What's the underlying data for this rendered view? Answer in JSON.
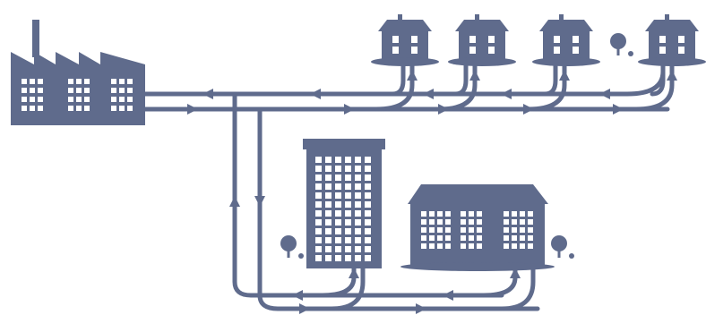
{
  "colors": {
    "accent": "#5f6b8c",
    "pipe_stroke": "#5f6b8c",
    "window": "#ffffff",
    "background": "#ffffff"
  },
  "icons": {
    "plant": "factory-icon",
    "house": "house-icon",
    "apartment": "apartment-building-icon",
    "office": "office-building-icon",
    "tree": "tree-icon",
    "flow": "arrow-icon"
  },
  "diagram": {
    "nodes": [
      {
        "id": "factory",
        "kind": "factory"
      },
      {
        "id": "house-1",
        "kind": "house"
      },
      {
        "id": "house-2",
        "kind": "house"
      },
      {
        "id": "house-3",
        "kind": "house"
      },
      {
        "id": "house-4",
        "kind": "house"
      },
      {
        "id": "apartment-tower",
        "kind": "tower"
      },
      {
        "id": "office-building",
        "kind": "building"
      }
    ],
    "edges": [
      {
        "from": "factory",
        "to": "house-1",
        "type": "supply"
      },
      {
        "from": "factory",
        "to": "house-2",
        "type": "supply"
      },
      {
        "from": "factory",
        "to": "house-3",
        "type": "supply"
      },
      {
        "from": "factory",
        "to": "house-4",
        "type": "supply"
      },
      {
        "from": "house-1",
        "to": "factory",
        "type": "return"
      },
      {
        "from": "house-2",
        "to": "factory",
        "type": "return"
      },
      {
        "from": "house-3",
        "to": "factory",
        "type": "return"
      },
      {
        "from": "house-4",
        "to": "factory",
        "type": "return"
      },
      {
        "from": "factory",
        "to": "apartment-tower",
        "type": "supply"
      },
      {
        "from": "factory",
        "to": "office-building",
        "type": "supply"
      },
      {
        "from": "apartment-tower",
        "to": "factory",
        "type": "return"
      },
      {
        "from": "office-building",
        "to": "factory",
        "type": "return"
      }
    ]
  }
}
